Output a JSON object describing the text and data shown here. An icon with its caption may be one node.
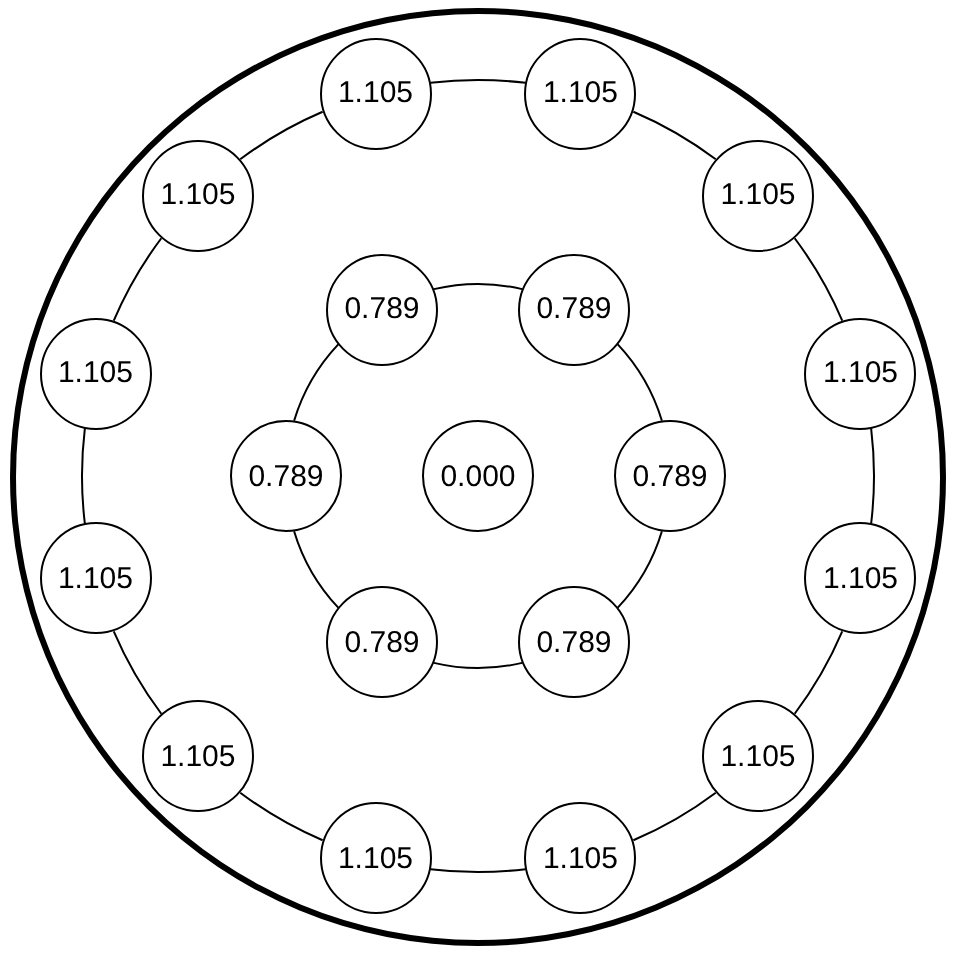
{
  "diagram": {
    "nodes": [
      {
        "text": [],
        "shape": "circle"
      },
      {
        "text": [
          "1.105"
        ],
        "in": 0
      },
      {
        "text": [
          "1.105"
        ],
        "in": 0
      },
      {
        "text": [
          "1.105"
        ],
        "in": 0
      },
      {
        "text": [
          "1.105"
        ],
        "in": 0
      },
      {
        "text": [
          "0.789"
        ],
        "in": 0
      },
      {
        "text": [
          "0.789"
        ],
        "in": 0
      },
      {
        "text": [
          "1.105"
        ],
        "in": 0
      },
      {
        "text": [
          "1.105"
        ],
        "in": 0
      },
      {
        "text": [
          "0.789"
        ],
        "in": 0
      },
      {
        "text": [
          "0.000"
        ],
        "in": 0
      },
      {
        "text": [
          "0.789"
        ],
        "in": 0
      },
      {
        "text": [
          "1.105"
        ],
        "in": 0
      },
      {
        "text": [
          "1.105"
        ],
        "in": 0
      },
      {
        "text": [
          "0.789"
        ],
        "in": 0
      },
      {
        "text": [
          "0.789"
        ],
        "in": 0
      },
      {
        "text": [
          "1.105"
        ],
        "in": 0
      },
      {
        "text": [
          "1.105"
        ],
        "in": 0
      },
      {
        "text": [
          "1.105"
        ],
        "in": 0
      },
      {
        "text": [
          "1.105"
        ],
        "in": 0
      }
    ],
    "edges": [
      {
        "from": 2,
        "to": 4,
        "arrow": "none"
      },
      {
        "from": 4,
        "to": 8,
        "arrow": "none"
      },
      {
        "from": 8,
        "to": 13,
        "arrow": "none"
      },
      {
        "from": 13,
        "to": 17,
        "arrow": "none"
      },
      {
        "from": 17,
        "to": 19,
        "arrow": "none"
      },
      {
        "from": 19,
        "to": 18,
        "arrow": "none"
      },
      {
        "from": 18,
        "to": 16,
        "arrow": "none"
      },
      {
        "from": 16,
        "to": 12,
        "arrow": "none"
      },
      {
        "from": 12,
        "to": 7,
        "arrow": "none"
      },
      {
        "from": 7,
        "to": 3,
        "arrow": "none"
      },
      {
        "from": 3,
        "to": 1,
        "arrow": "none"
      },
      {
        "from": 1,
        "to": 2,
        "arrow": "none"
      },
      {
        "from": 6,
        "to": 11,
        "arrow": "none"
      },
      {
        "from": 11,
        "to": 15,
        "arrow": "none"
      },
      {
        "from": 15,
        "to": 14,
        "arrow": "none"
      },
      {
        "from": 14,
        "to": 9,
        "arrow": "none"
      },
      {
        "from": 9,
        "to": 5,
        "arrow": "none"
      },
      {
        "from": 5,
        "to": 6,
        "arrow": "none"
      }
    ]
  }
}
